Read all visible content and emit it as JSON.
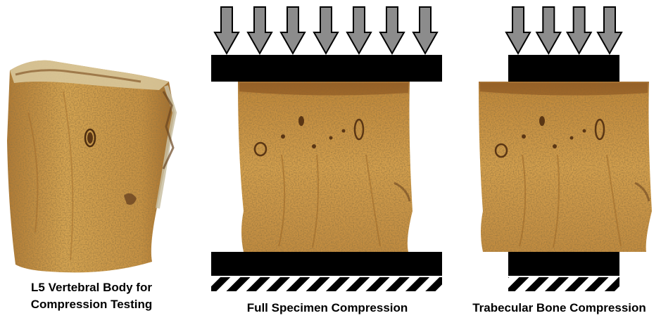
{
  "colors": {
    "bone_base": "#c9943f",
    "bone_light": "#e0b25e",
    "bone_dark": "#9a6626",
    "pore": "#5a3614",
    "cortical_edge": "#b9b08e",
    "arrow_fill": "#8c8c8c",
    "platen": "#000000",
    "background": "#ffffff"
  },
  "panels": [
    {
      "id": "specimen",
      "caption_lines": [
        "L5 Vertebral Body for",
        "Compression Testing"
      ]
    },
    {
      "id": "full",
      "caption_lines": [
        "Full Specimen Compression"
      ],
      "load_arrows": 7
    },
    {
      "id": "trabecular",
      "caption_lines": [
        "Trabecular Bone Compression"
      ],
      "load_arrows": 4
    }
  ]
}
